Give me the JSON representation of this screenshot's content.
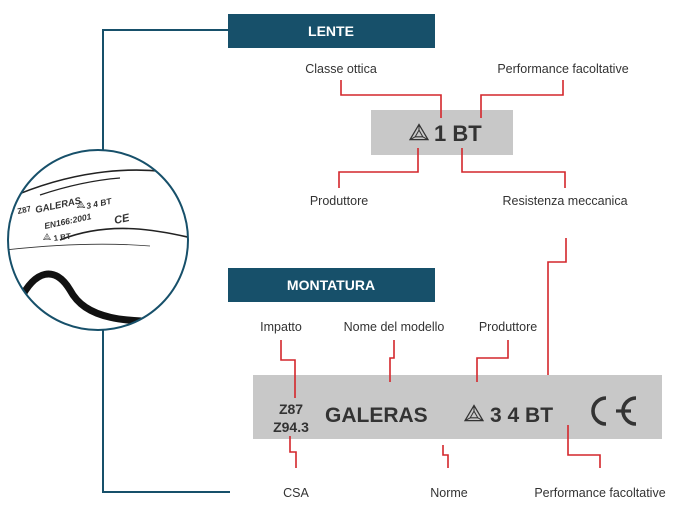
{
  "colors": {
    "header_bg": "#17506a",
    "marking_bg": "#c8c8c8",
    "leader": "#d4262b",
    "connector": "#17506a",
    "text": "#333333"
  },
  "lens": {
    "header": "LENTE",
    "marking": "1 BT",
    "labels": {
      "optical_class": "Classe ottica",
      "optional_performance": "Performance facoltative",
      "manufacturer": "Produttore",
      "mechanical_resistance": "Resistenza meccanica"
    }
  },
  "frame": {
    "header": "MONTATURA",
    "marking_standard_top": "Z87",
    "marking_standard_bottom": "Z94.3",
    "marking_model": "GALERAS",
    "marking_codes": "3 4 BT",
    "labels": {
      "impact": "Impatto",
      "model_name": "Nome del modello",
      "manufacturer": "Produttore",
      "csa": "CSA",
      "standards": "Norme",
      "optional_performance": "Performance facoltative"
    }
  },
  "lens_closeup": {
    "line1": "Z87",
    "line2": "GALERAS",
    "line3": "3 4 BT",
    "line4": "EN166:2001",
    "line5": "1 BT"
  },
  "icons": {
    "manufacturer_mark": "triangle-logo-icon",
    "conformity_mark": "ce-mark-icon"
  }
}
